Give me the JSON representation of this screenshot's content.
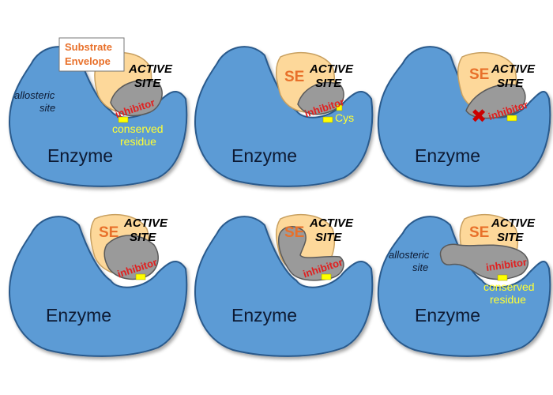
{
  "labels": {
    "enzyme": "Enzyme",
    "active_site_line1": "ACTIVE",
    "active_site_line2": "SITE",
    "inhibitor": "inhibitor",
    "se": "SE",
    "substrate_envelope_line1": "Substrate",
    "substrate_envelope_line2": "Envelope",
    "allosteric_line1": "allosteric",
    "allosteric_line2": "site",
    "conserved_line1": "conserved",
    "conserved_line2": "residue",
    "cys": "Cys",
    "clash_mark": "✖"
  },
  "colors": {
    "enzyme_fill": "#5b9bd5",
    "enzyme_stroke": "#2a5a8c",
    "envelope_fill": "#fdd89a",
    "envelope_stroke": "#c8a060",
    "inhibitor_fill": "#9a9a9a",
    "inhibitor_stroke": "#5a5a5a",
    "residue": "#ffff00",
    "se_text": "#e8702a",
    "inhibitor_text": "#e02020",
    "clash": "#cc0000"
  }
}
